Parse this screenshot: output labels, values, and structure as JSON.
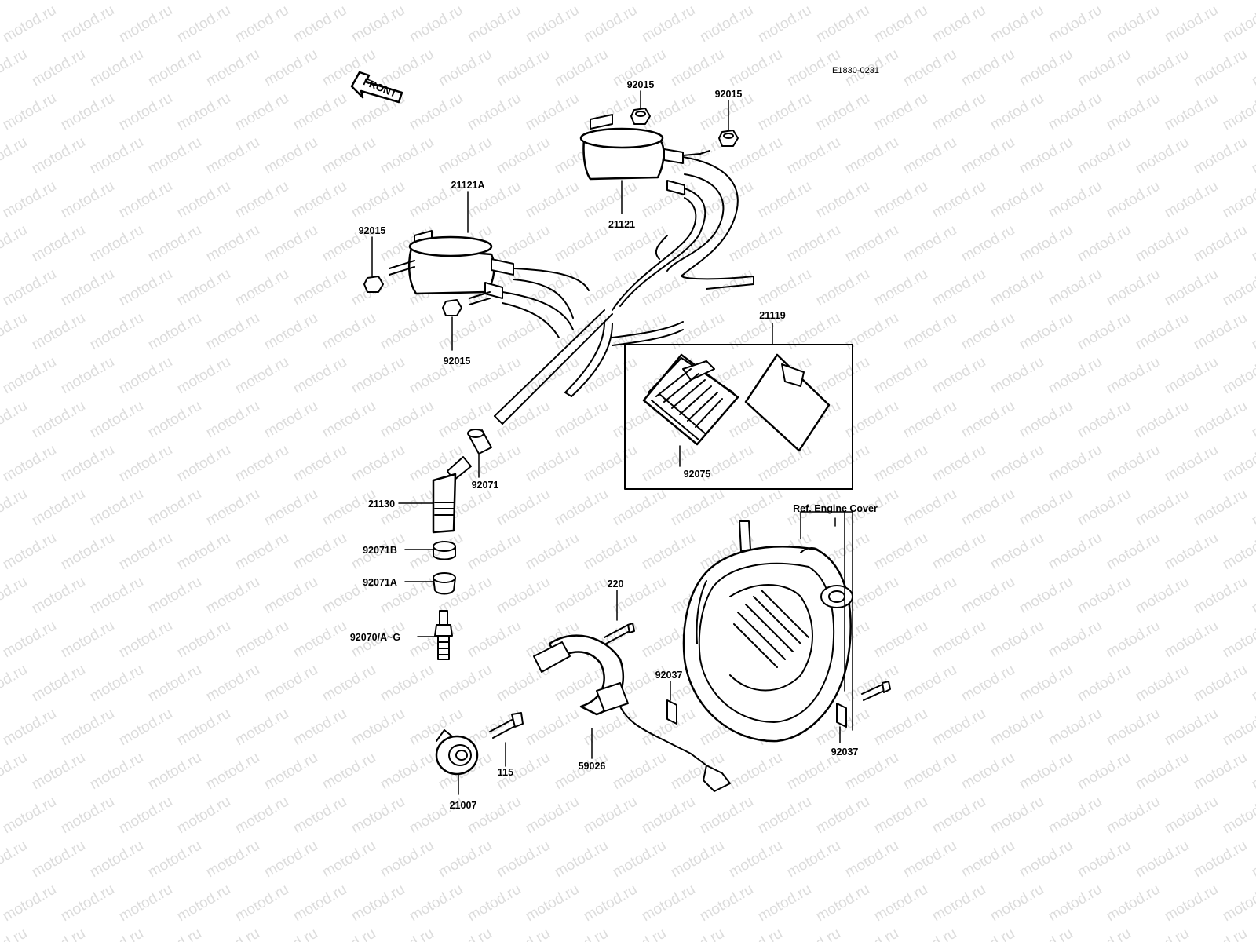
{
  "diagram_code": "E1830-0231",
  "front_label": "FRONT",
  "reference_label": "Ref. Engine Cover",
  "watermark_text": "motod.ru",
  "parts": {
    "nut_top_left": "92015",
    "nut_top_right": "92015",
    "coil_rear": "21121",
    "coil_front": "21121A",
    "nut_left": "92015",
    "nut_lower": "92015",
    "igniter_group": "21119",
    "igniter": "92075",
    "seal_cap": "92071",
    "plug_cap": "21130",
    "seal_b": "92071B",
    "seal_a": "92071A",
    "spark_plug": "92070/A~G",
    "screw_220": "220",
    "clamp_left": "92037",
    "clamp_right": "92037",
    "pickup_coil": "59026",
    "bolt_115": "115",
    "timing_rotor": "21007"
  }
}
